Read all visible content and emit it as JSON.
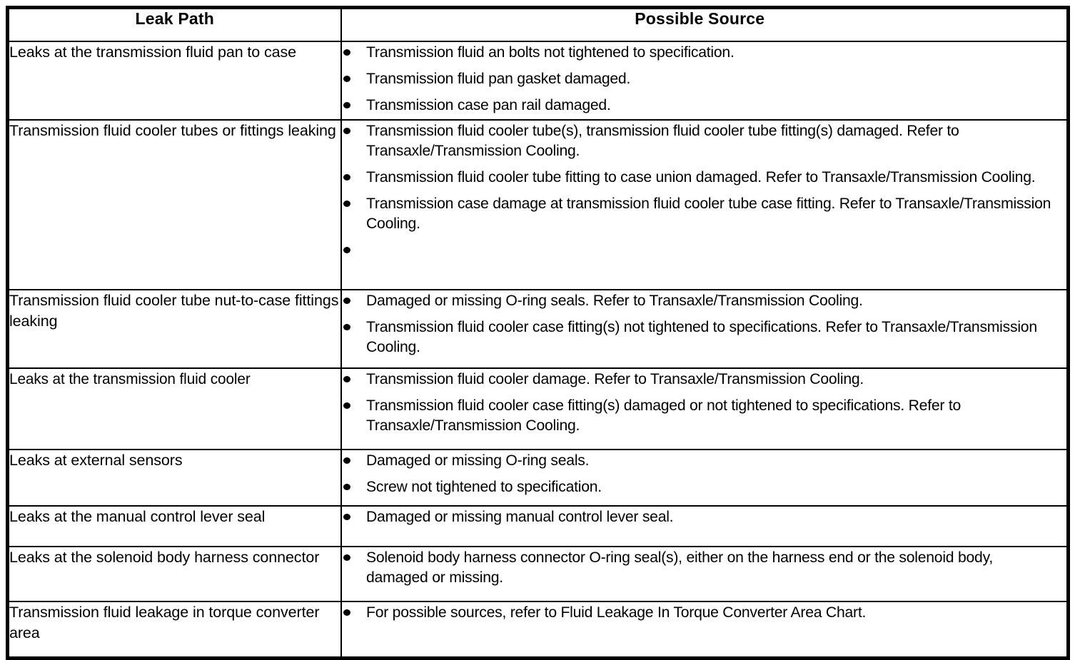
{
  "table": {
    "headers": {
      "left": "Leak Path",
      "right": "Possible Source"
    },
    "rows": [
      {
        "leak_path": "Leaks at the transmission fluid pan to case",
        "sources": [
          "Transmission fluid an bolts not tightened to specification.",
          "Transmission fluid pan gasket damaged.",
          "Transmission case pan rail damaged."
        ]
      },
      {
        "leak_path": "Transmission fluid cooler tubes or fittings leaking",
        "sources": [
          "Transmission fluid cooler tube(s), transmission fluid cooler tube fitting(s) damaged. Refer to Transaxle/Transmission Cooling.",
          "Transmission fluid cooler tube fitting to case union damaged. Refer to Transaxle/Transmission Cooling.",
          "Transmission case damage at transmission fluid cooler tube case fitting. Refer to Transaxle/Transmission Cooling.",
          ""
        ]
      },
      {
        "leak_path": "Transmission fluid cooler tube nut-to-case fittings leaking",
        "sources": [
          "Damaged or missing O-ring seals. Refer to Transaxle/Transmission Cooling.",
          "Transmission fluid cooler case fitting(s) not tightened to specifications. Refer to Transaxle/Transmission Cooling."
        ]
      },
      {
        "leak_path": "Leaks at the transmission fluid cooler",
        "sources": [
          "Transmission fluid cooler damage. Refer to Transaxle/Transmission Cooling.",
          "Transmission fluid cooler case fitting(s) damaged or not tightened to specifications. Refer to Transaxle/Transmission Cooling."
        ]
      },
      {
        "leak_path": "Leaks at external sensors",
        "sources": [
          "Damaged or missing O-ring seals.",
          "Screw not tightened to specification."
        ]
      },
      {
        "leak_path": "Leaks at the manual control lever seal",
        "sources": [
          "Damaged or missing manual control lever seal."
        ]
      },
      {
        "leak_path": "Leaks at the solenoid body harness connector",
        "sources": [
          "Solenoid body harness connector O-ring seal(s), either on the harness end or the solenoid body, damaged or missing."
        ]
      },
      {
        "leak_path": "Transmission fluid leakage in torque converter area",
        "sources": [
          "For possible sources, refer to Fluid Leakage In Torque Converter Area Chart."
        ]
      }
    ]
  },
  "style": {
    "border_color": "#000000",
    "text_color": "#000000",
    "background": "#ffffff"
  }
}
